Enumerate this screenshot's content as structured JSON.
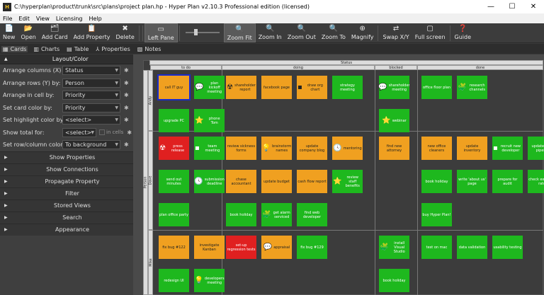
{
  "window": {
    "title": "C:\\hyperplan\\product\\trunk\\src\\plans\\project plan.hp - Hyper Plan v2.10.3 Professional edition (licensed)",
    "minimize": "—",
    "maximize": "☐",
    "close": "✕"
  },
  "menu": [
    "File",
    "Edit",
    "View",
    "Licensing",
    "Help"
  ],
  "toolbar": [
    {
      "label": "New",
      "icon": "new-file-icon",
      "glyph": "📄"
    },
    {
      "label": "Open",
      "icon": "folder-open-icon",
      "glyph": "📂"
    },
    {
      "label": "Add Card",
      "icon": "add-card-icon",
      "glyph": "🗂"
    },
    {
      "label": "Add Property",
      "icon": "add-property-icon",
      "glyph": "📋"
    },
    {
      "label": "Delete",
      "icon": "delete-icon",
      "glyph": "✖"
    },
    {
      "label": "Left Pane",
      "icon": "left-pane-icon",
      "glyph": "▭",
      "active": true
    },
    {
      "label": "Zoom Fit",
      "icon": "zoom-fit-icon",
      "glyph": "🔍",
      "active": true
    },
    {
      "label": "Zoom In",
      "icon": "zoom-in-icon",
      "glyph": "🔍"
    },
    {
      "label": "Zoom Out",
      "icon": "zoom-out-icon",
      "glyph": "🔍"
    },
    {
      "label": "Zoom To",
      "icon": "zoom-to-icon",
      "glyph": "🔍"
    },
    {
      "label": "Magnify",
      "icon": "magnify-icon",
      "glyph": "⊕"
    },
    {
      "label": "Swap X/Y",
      "icon": "swap-icon",
      "glyph": "⇄"
    },
    {
      "label": "Full screen",
      "icon": "fullscreen-icon",
      "glyph": "▢"
    },
    {
      "label": "Guide",
      "icon": "guide-icon",
      "glyph": "❓"
    }
  ],
  "tabs": [
    {
      "label": "Cards",
      "icon": "cards-icon",
      "glyph": "▦",
      "active": true
    },
    {
      "label": "Charts",
      "icon": "charts-icon",
      "glyph": "▥"
    },
    {
      "label": "Table",
      "icon": "table-icon",
      "glyph": "▤"
    },
    {
      "label": "Properties",
      "icon": "properties-icon",
      "glyph": "⅄"
    },
    {
      "label": "Notes",
      "icon": "notes-icon",
      "glyph": "▧"
    }
  ],
  "pane": {
    "title": "Layout/Color",
    "settings": [
      {
        "label": "Arrange columns (X) by:",
        "value": "Status"
      },
      {
        "label": "Arrange rows (Y) by:",
        "value": "Person"
      },
      {
        "label": "Arrange in cell by:",
        "value": "Priority"
      },
      {
        "label": "Set card color by:",
        "value": "Priority"
      },
      {
        "label": "Set highlight color by:",
        "value": "<select>"
      },
      {
        "label": "Show total for:",
        "value": "<select>",
        "checkbox": "in cells"
      },
      {
        "label": "Set row/column color:",
        "value": "To background"
      }
    ],
    "sections": [
      "Show Properties",
      "Show Connections",
      "Propagate Property",
      "Filter",
      "Stored Views",
      "Search",
      "Appearance"
    ]
  },
  "board": {
    "column_group": "Status",
    "columns": [
      "to do",
      "doing",
      "blocked",
      "done"
    ],
    "row_group": "Person",
    "rows": [
      "Andy",
      "Dave",
      "Mike"
    ],
    "cards": [
      {
        "text": "call IT guy",
        "color": "orange",
        "col": 0,
        "row": 0,
        "slot": 0,
        "selected": true
      },
      {
        "text": "plan kickoff meeting",
        "color": "green",
        "col": 0,
        "row": 0,
        "slot": 1,
        "icon": "💬"
      },
      {
        "text": "upgrade PC",
        "color": "green",
        "col": 0,
        "row": 0,
        "slot": 2
      },
      {
        "text": "phone Tom",
        "color": "green",
        "col": 0,
        "row": 0,
        "slot": 3,
        "icon": "⭐"
      },
      {
        "text": "press release",
        "color": "red",
        "col": 0,
        "row": 1,
        "slot": 0,
        "icon": "☢"
      },
      {
        "text": "team meeting",
        "color": "green",
        "col": 0,
        "row": 1,
        "slot": 1,
        "icon": "▪"
      },
      {
        "text": "send out minutes",
        "color": "green",
        "col": 0,
        "row": 1,
        "slot": 2
      },
      {
        "text": "submission deadline",
        "color": "green",
        "col": 0,
        "row": 1,
        "slot": 3,
        "icon": "🕓"
      },
      {
        "text": "plan office party",
        "color": "green",
        "col": 0,
        "row": 1,
        "slot": 4
      },
      {
        "text": "fix bug #122",
        "color": "orange",
        "col": 0,
        "row": 2,
        "slot": 0
      },
      {
        "text": "investigate Kanban",
        "color": "orange",
        "col": 0,
        "row": 2,
        "slot": 1
      },
      {
        "text": "redesign UI",
        "color": "green",
        "col": 0,
        "row": 2,
        "slot": 2
      },
      {
        "text": "developers meeting",
        "color": "green",
        "col": 0,
        "row": 2,
        "slot": 3,
        "icon": "💡"
      },
      {
        "text": "shareholder report",
        "color": "orange",
        "col": 1,
        "row": 0,
        "slot": 0,
        "icon": "☢"
      },
      {
        "text": "facebook page",
        "color": "orange",
        "col": 1,
        "row": 0,
        "slot": 1
      },
      {
        "text": "draw org chart",
        "color": "orange",
        "col": 1,
        "row": 0,
        "slot": 2,
        "icon": "▪"
      },
      {
        "text": "strategy meeting",
        "color": "green",
        "col": 1,
        "row": 0,
        "slot": 3
      },
      {
        "text": "review sickness forms",
        "color": "orange",
        "col": 1,
        "row": 1,
        "slot": 0
      },
      {
        "text": "brainstorm names",
        "color": "orange",
        "col": 1,
        "row": 1,
        "slot": 1,
        "icon": "💡"
      },
      {
        "text": "update company blog",
        "color": "orange",
        "col": 1,
        "row": 1,
        "slot": 2
      },
      {
        "text": "mentoring",
        "color": "orange",
        "col": 1,
        "row": 1,
        "slot": 3,
        "icon": "🕓"
      },
      {
        "text": "chase accountant",
        "color": "orange",
        "col": 1,
        "row": 1,
        "slot": 4
      },
      {
        "text": "update budget",
        "color": "orange",
        "col": 1,
        "row": 1,
        "slot": 5
      },
      {
        "text": "cash flow report",
        "color": "orange",
        "col": 1,
        "row": 1,
        "slot": 6
      },
      {
        "text": "review staff benefits",
        "color": "green",
        "col": 1,
        "row": 1,
        "slot": 7,
        "icon": "⭐"
      },
      {
        "text": "book holiday",
        "color": "green",
        "col": 1,
        "row": 1,
        "slot": 8
      },
      {
        "text": "get alarm serviced",
        "color": "green",
        "col": 1,
        "row": 1,
        "slot": 9,
        "icon": "🧩"
      },
      {
        "text": "find web developer",
        "color": "green",
        "col": 1,
        "row": 1,
        "slot": 10
      },
      {
        "text": "set-up regression tests",
        "color": "red",
        "col": 1,
        "row": 2,
        "slot": 0
      },
      {
        "text": "appraisal",
        "color": "orange",
        "col": 1,
        "row": 2,
        "slot": 1,
        "icon": "💬"
      },
      {
        "text": "fix bug #129",
        "color": "green",
        "col": 1,
        "row": 2,
        "slot": 2
      },
      {
        "text": "shareholder meeting",
        "color": "green",
        "col": 2,
        "row": 0,
        "slot": 0,
        "icon": "💬"
      },
      {
        "text": "webinar",
        "color": "green",
        "col": 2,
        "row": 0,
        "slot": 1,
        "icon": "⭐"
      },
      {
        "text": "find new attorney",
        "color": "orange",
        "col": 2,
        "row": 1,
        "slot": 0
      },
      {
        "text": "install Visual Studio",
        "color": "green",
        "col": 2,
        "row": 2,
        "slot": 0,
        "icon": "🧩"
      },
      {
        "text": "book holiday",
        "color": "green",
        "col": 2,
        "row": 2,
        "slot": 1
      },
      {
        "text": "office floor plan",
        "color": "green",
        "col": 3,
        "row": 0,
        "slot": 0
      },
      {
        "text": "research channels",
        "color": "green",
        "col": 3,
        "row": 0,
        "slot": 1,
        "icon": "🧩"
      },
      {
        "text": "new office cleaners",
        "color": "orange",
        "col": 3,
        "row": 1,
        "slot": 0
      },
      {
        "text": "update inventory",
        "color": "orange",
        "col": 3,
        "row": 1,
        "slot": 1
      },
      {
        "text": "recruit new developer",
        "color": "green",
        "col": 3,
        "row": 1,
        "slot": 2,
        "icon": "▪"
      },
      {
        "text": "update sales pipeline",
        "color": "green",
        "col": 3,
        "row": 1,
        "slot": 3
      },
      {
        "text": "book holiday",
        "color": "green",
        "col": 3,
        "row": 1,
        "slot": 4
      },
      {
        "text": "write 'about us' page",
        "color": "green",
        "col": 3,
        "row": 1,
        "slot": 5
      },
      {
        "text": "prepare for audit",
        "color": "green",
        "col": 3,
        "row": 1,
        "slot": 6
      },
      {
        "text": "check exchange rates",
        "color": "green",
        "col": 3,
        "row": 1,
        "slot": 7
      },
      {
        "text": "buy Hyper Plan!",
        "color": "green",
        "col": 3,
        "row": 1,
        "slot": 8
      },
      {
        "text": "test on mac",
        "color": "green",
        "col": 3,
        "row": 2,
        "slot": 0
      },
      {
        "text": "data validation",
        "color": "green",
        "col": 3,
        "row": 2,
        "slot": 1
      },
      {
        "text": "usability testing",
        "color": "green",
        "col": 3,
        "row": 2,
        "slot": 2
      }
    ]
  }
}
